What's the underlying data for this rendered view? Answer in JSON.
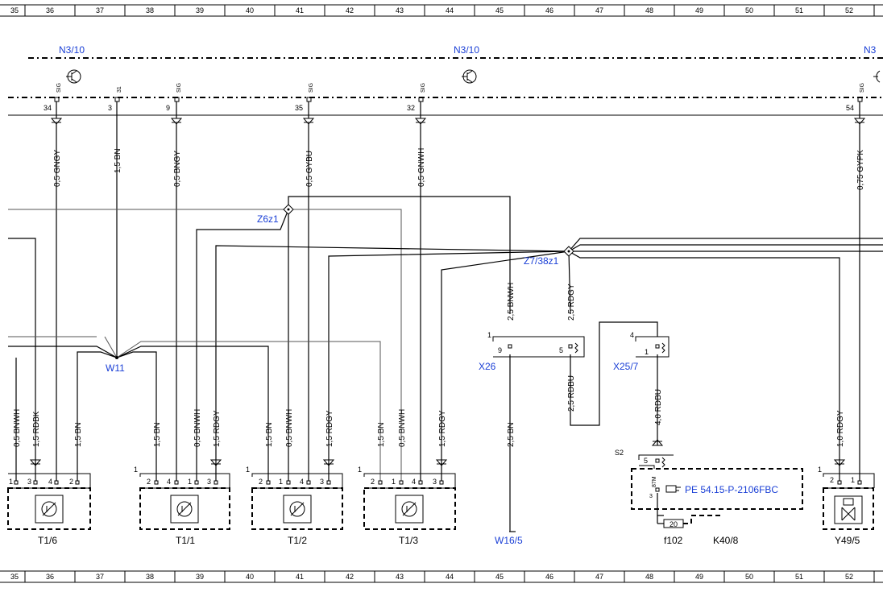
{
  "ruler": {
    "columns": [
      "35",
      "36",
      "37",
      "38",
      "39",
      "40",
      "41",
      "42",
      "43",
      "44",
      "45",
      "46",
      "47",
      "48",
      "49",
      "50",
      "51",
      "52"
    ]
  },
  "controller": {
    "labels": [
      "N3/10",
      "N3/10",
      "N3"
    ]
  },
  "top_pins": [
    {
      "num": "34",
      "sig": "SIG"
    },
    {
      "num": "3",
      "sig": "31"
    },
    {
      "num": "9",
      "sig": "SIG"
    },
    {
      "num": "35",
      "sig": "SIG"
    },
    {
      "num": "32",
      "sig": "SIG"
    },
    {
      "num": "54",
      "sig": "SIG"
    }
  ],
  "wire_labels": {
    "top": [
      "0,5 GNGY",
      "1,5 BN",
      "0,5 BNGY",
      "0,5 GYBU",
      "0,5 GNWH",
      "0,75 GYPK"
    ],
    "mid": [
      "2,5 BNWH",
      "2,5 RDGY"
    ],
    "lower_x": [
      "2,5 RDBU",
      "4,0 RDBU"
    ],
    "bottom": [
      "0,5 BNWH",
      "1,5 RDBK",
      "1,5 BN",
      "1,5 BN",
      "0,5 BNWH",
      "1,5 RDGY",
      "1,5 BN",
      "0,5 BNWH",
      "1,5 RDGY",
      "1,5 BN",
      "0,5 BNWH",
      "1,5 RDGY",
      "2,5 BN",
      "1,0 RDGY"
    ]
  },
  "splices": [
    "Z6z1",
    "Z7/38z1"
  ],
  "harness": "W11",
  "connectors": {
    "x26": {
      "label": "X26",
      "corner": "1",
      "pins": [
        "9",
        "5"
      ]
    },
    "x25": {
      "label": "X25/7",
      "corner": "4",
      "pins": [
        "1"
      ]
    }
  },
  "sensors": [
    {
      "label": "T1/6",
      "pins": [
        "1",
        "3",
        "4",
        "2"
      ]
    },
    {
      "label": "T1/1",
      "pins": [
        "2",
        "4",
        "1",
        "3"
      ],
      "corner": "1"
    },
    {
      "label": "T1/2",
      "pins": [
        "2",
        "1",
        "4",
        "3"
      ],
      "corner": "1"
    },
    {
      "label": "T1/3",
      "pins": [
        "2",
        "1",
        "4",
        "3"
      ],
      "corner": "1"
    }
  ],
  "ground": "W16/5",
  "relay": {
    "switch": "S2",
    "pin_top": "5",
    "pin_87": "87M",
    "pin_bottom": "3",
    "ref": "PE 54.15-P-2106FBC",
    "fuse_num": "20",
    "fuse": "f102",
    "label": "K40/8"
  },
  "valve": {
    "label": "Y49/5",
    "corner": "1",
    "pins": [
      "2",
      "1"
    ]
  }
}
